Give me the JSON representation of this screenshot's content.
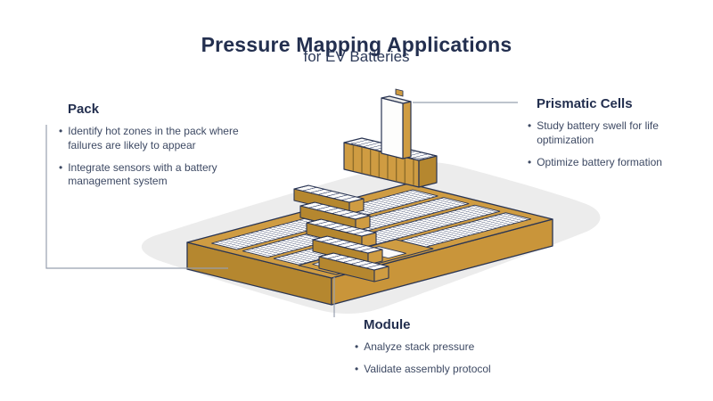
{
  "title": "Pressure Mapping Applications",
  "subtitle": "for EV Batteries",
  "bullet_char": "•",
  "sections": {
    "pack": {
      "heading": "Pack",
      "bullets": [
        "Identify hot zones in the pack where failures are likely to appear",
        "Integrate sensors with a battery management system"
      ]
    },
    "prismatic": {
      "heading": "Prismatic Cells",
      "bullets": [
        "Study battery swell for life optimization",
        "Optimize battery formation"
      ]
    },
    "module": {
      "heading": "Module",
      "bullets": [
        "Analyze stack pressure",
        "Validate assembly protocol"
      ]
    }
  },
  "colors": {
    "navy": "#232F4F",
    "outline": "#2A3553",
    "gold": "#CF9C42",
    "gold_dark": "#B5872F",
    "body_text": "#3D4963",
    "connector_line": "#98A0AF",
    "background_blob": "#ECECEC",
    "cell_white": "#FBFBFA"
  }
}
